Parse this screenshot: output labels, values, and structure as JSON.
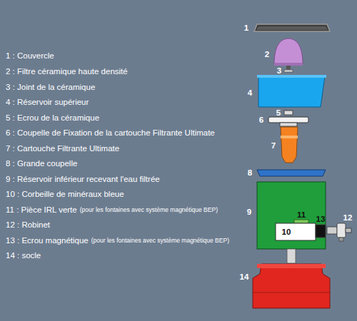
{
  "diagram": {
    "labels": [
      "1 : Couvercle",
      "2 : Filtre céramique haute densité",
      "3 : Joint de la céramique",
      "4 : Réservoir supérieur",
      "5 : Ecrou de la céramique",
      "6 : Coupelle de Fixation de la cartouche Filtrante Ultimate",
      "7 : Cartouche Filtrante Ultimate",
      "8 : Grande coupelle",
      "9 : Réservoir inférieur recevant l'eau filtrée",
      "10 : Corbeille de minéraux bleue",
      "11 : Pièce IRL verte",
      "(pour les fontaines avec système magnétique BEP)",
      "12 : Robinet",
      "13 : Ecrou magnétique",
      "(pour les fontaines avec système magnétique BEP)",
      "14 : socle",
      "1",
      "2",
      "3",
      "4",
      "5",
      "6",
      "7",
      "8",
      "9",
      "10",
      "11",
      "12",
      "13",
      "14"
    ]
  }
}
